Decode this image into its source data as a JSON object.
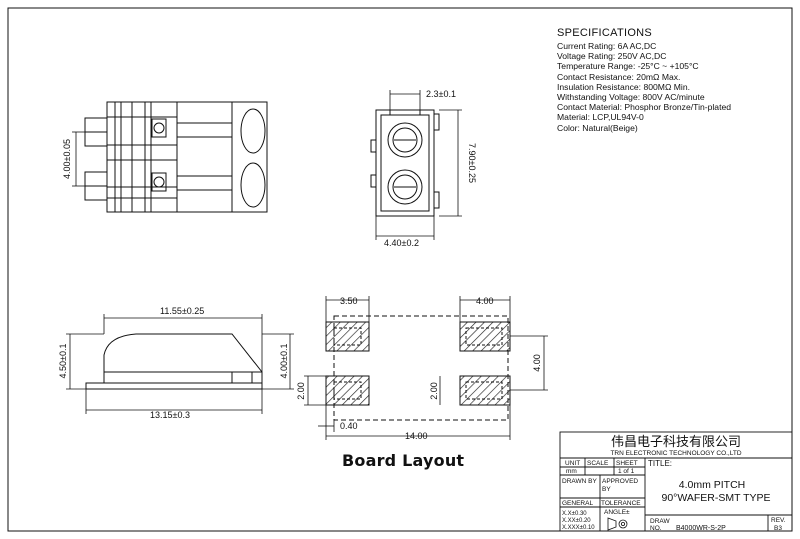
{
  "specifications": {
    "title": "SPECIFICATIONS",
    "lines": [
      "Current Rating: 6A AC,DC",
      "Voltage Rating: 250V AC,DC",
      "Temperature Range: -25°C ~ +105°C",
      "Contact Resistance: 20mΩ Max.",
      "Insulation Resistance: 800MΩ Min.",
      "Withstanding Voltage: 800V AC/minute",
      "Contact Material: Phosphor Bronze/Tin-plated",
      "Material: LCP,UL94V-0",
      "Color: Natural(Beige)"
    ]
  },
  "dimensions": {
    "top_pitch": "4.00±0.05",
    "front_width": "2.3±0.1",
    "front_height": "7.90±0.25",
    "front_bottom": "4.40±0.2",
    "side_top": "11.55±0.25",
    "side_left": "4.50±0.1",
    "side_right": "4.00±0.1",
    "side_bottom": "13.15±0.3",
    "board_left_top": "3.50",
    "board_right_top": "4.00",
    "board_right_side": "4.00",
    "board_left_side": "2.00",
    "board_mid_side": "2.00",
    "board_offset": "0.40",
    "board_total": "14.00"
  },
  "board_layout_label": "Board Layout",
  "title_block": {
    "company_cn": "伟昌电子科技有限公司",
    "company_en": "TRN ELECTRONIC TECHNOLOGY CO.,LTD",
    "unit_label": "UNIT",
    "scale_label": "SCALE",
    "sheet_label": "SHEET",
    "title_label": "TITLE:",
    "unit_value": "mm",
    "sheet_value": "1 of 1",
    "drawn_by": "DRAWN BY",
    "approved_by_1": "APPROVED",
    "approved_by_2": "BY",
    "title_line1": "4.0mm PITCH",
    "title_line2": "90°WAFER-SMT TYPE",
    "general": "GENERAL",
    "tolerance": "TOLERANCE",
    "angle": "ANGLE±",
    "tol1": "X.X±0.30",
    "tol2": "X.XX±0.20",
    "tol3": "X.XXX±0.10",
    "draw_label": "DRAW",
    "no_label": "NO.",
    "draw_no": "B4000WR-S-2P",
    "rev_label": "REV.",
    "rev_value": "B3"
  }
}
